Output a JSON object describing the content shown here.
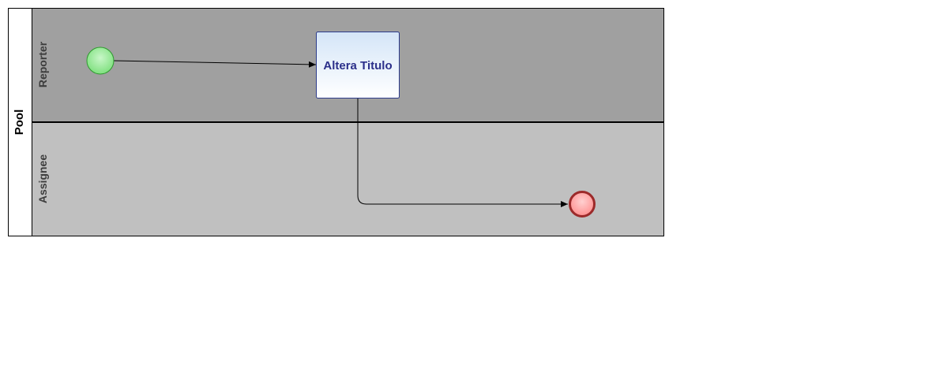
{
  "pool": {
    "label": "Pool"
  },
  "lanes": [
    {
      "label": "Reporter",
      "fill": "#a0a0a0"
    },
    {
      "label": "Assignee",
      "fill": "#c0c0c0"
    }
  ],
  "task": {
    "label": "Altera Titulo",
    "text_color": "#2b2f8a",
    "border_color": "#2b3a8a"
  },
  "start_event": {
    "fill": "#7fe07f",
    "stroke": "#2e9a2e"
  },
  "end_event": {
    "fill": "#ff9a9a",
    "stroke": "#9c2a2a"
  }
}
